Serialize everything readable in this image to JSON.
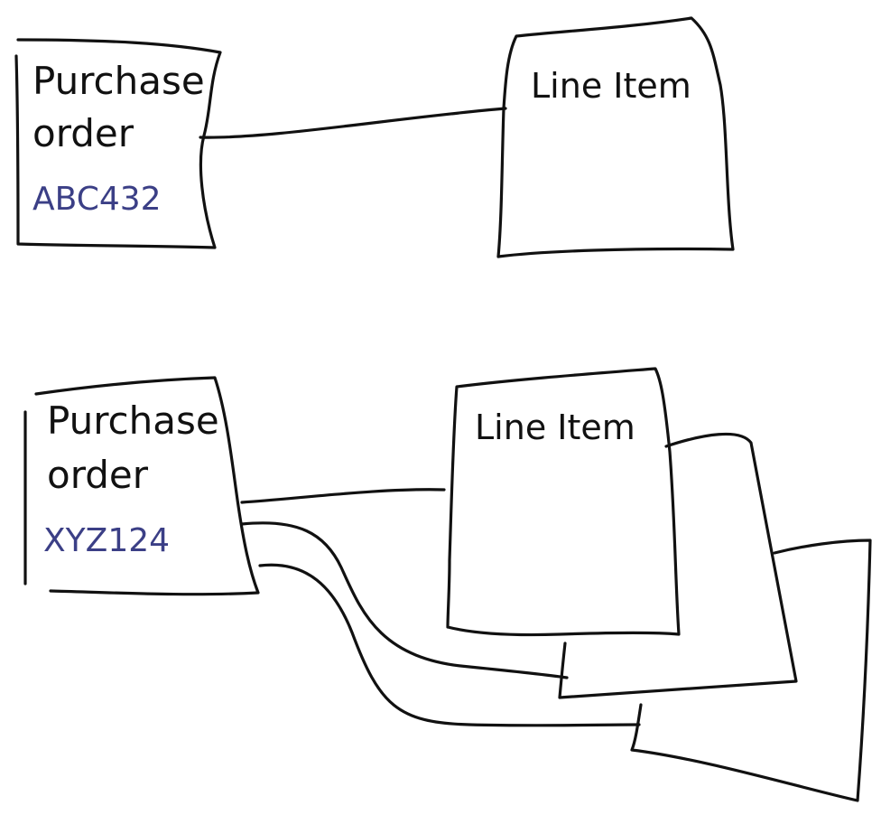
{
  "colors": {
    "ink": "#111111",
    "code_ink": "#3b3f86",
    "background": "#ffffff"
  },
  "top": {
    "purchase_order": {
      "line1": "Purchase",
      "line2": "order",
      "code": "ABC432"
    },
    "line_item": {
      "label": "Line Item"
    }
  },
  "bottom": {
    "purchase_order": {
      "line1": "Purchase",
      "line2": "order",
      "code": "XYZ124"
    },
    "line_item": {
      "label": "Line Item"
    }
  }
}
